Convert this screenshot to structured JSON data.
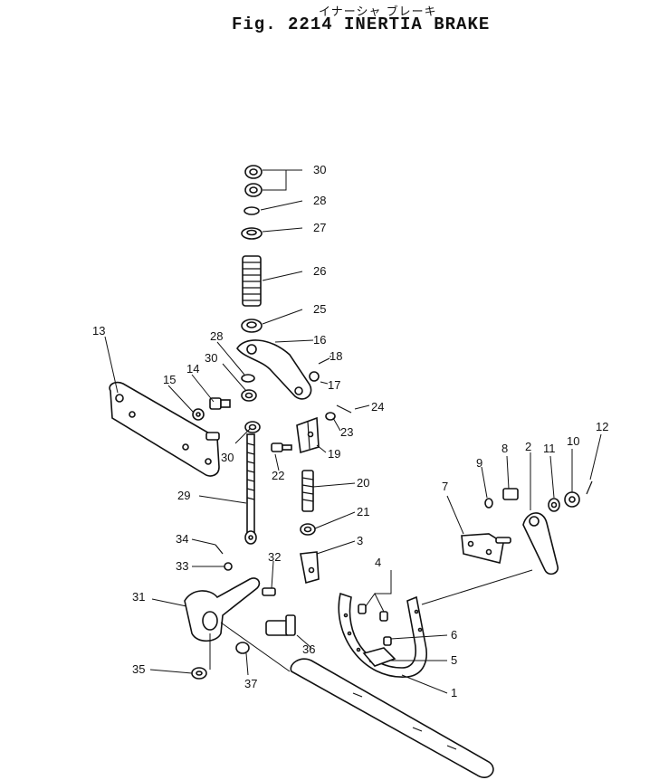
{
  "title": {
    "japanese": "イナーシャ ブレーキ",
    "main": "Fig. 2214 INERTIA BRAKE"
  },
  "callouts": [
    "30",
    "28",
    "27",
    "26",
    "25",
    "13",
    "28",
    "30",
    "16",
    "18",
    "15",
    "14",
    "30",
    "17",
    "24",
    "23",
    "19",
    "30",
    "22",
    "20",
    "12",
    "8",
    "2",
    "11",
    "10",
    "9",
    "7",
    "29",
    "21",
    "34",
    "3",
    "32",
    "4",
    "33",
    "31",
    "6",
    "36",
    "5",
    "35",
    "37",
    "1"
  ]
}
